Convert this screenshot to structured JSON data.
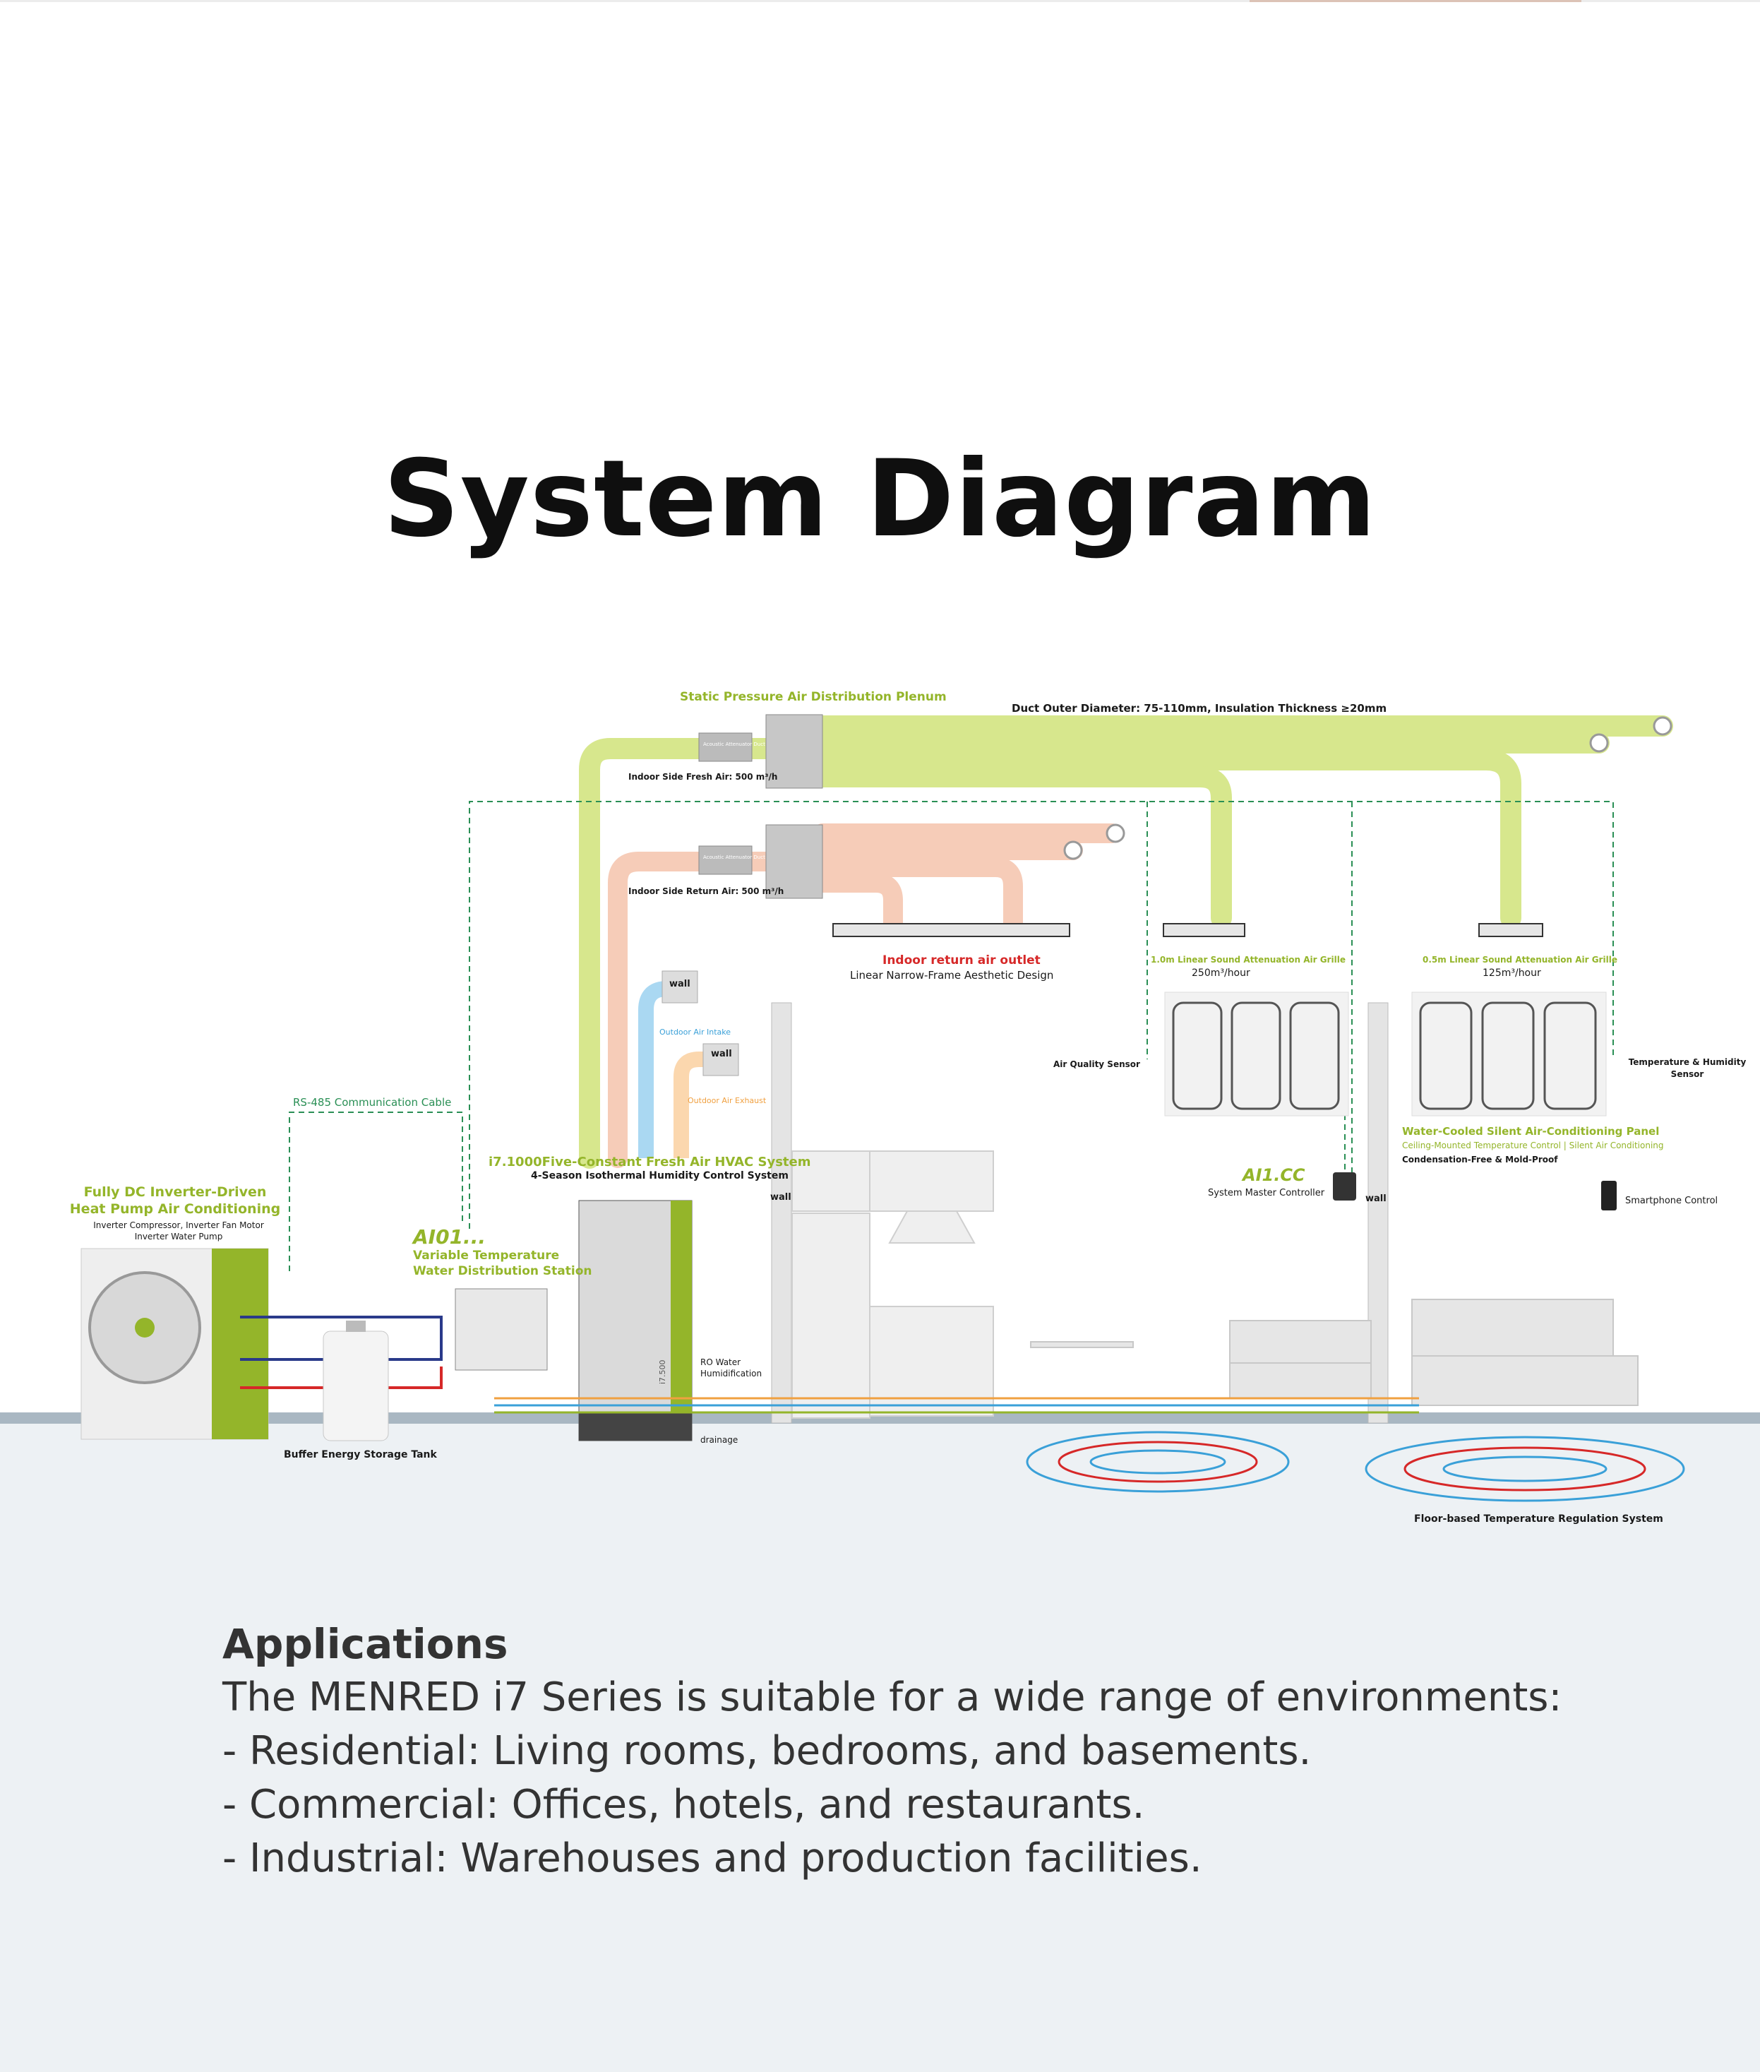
{
  "page": {
    "title": "System Diagram"
  },
  "diagram": {
    "plenum": "Static Pressure Air Distribution Plenum",
    "duct_spec": "Duct Outer Diameter: 75-110mm, Insulation Thickness ≥20mm",
    "fresh_air": "Indoor Side Fresh Air: 500 m³/h",
    "return_air": "Indoor Side Return Air: 500 m³/h",
    "attenuator": "Acoustic Attenuator Duct",
    "return_outlet": "Indoor return air outlet",
    "return_outlet_desc": "Linear Narrow-Frame Aesthetic Design",
    "grille_1": "1.0m Linear Sound Attenuation Air Grille",
    "grille_1_flow": "250m³/hour",
    "grille_2": "0.5m Linear Sound Attenuation Air Grille",
    "grille_2_flow": "125m³/hour",
    "wall": "wall",
    "outdoor_intake": "Outdoor Air Intake",
    "outdoor_exhaust": "Outdoor Air Exhaust",
    "rs485": "RS-485 Communication Cable",
    "hvac_name": "i7.1000Five-Constant Fresh Air HVAC System",
    "hvac_desc": "4-Season Isothermal Humidity Control System",
    "heatpump_title_1": "Fully DC Inverter-Driven",
    "heatpump_title_2": "Heat Pump Air Conditioning",
    "heatpump_desc_1": "Inverter Compressor, Inverter Fan Motor",
    "heatpump_desc_2": "Inverter Water Pump",
    "station_code": "AI01...",
    "station_name_1": "Variable Temperature",
    "station_name_2": "Water Distribution Station",
    "ro_water_1": "RO Water",
    "ro_water_2": "Humidification",
    "drainage": "drainage",
    "buffer_tank": "Buffer Energy Storage Tank",
    "air_quality": "Air Quality Sensor",
    "temp_humidity_1": "Temperature & Humidity",
    "temp_humidity_2": "Sensor",
    "panel_title": "Water-Cooled Silent Air-Conditioning Panel",
    "panel_desc_1": "Ceiling-Mounted Temperature Control | Silent Air Conditioning",
    "panel_desc_2": "Condensation-Free & Mold-Proof",
    "controller_code": "AI1.CC",
    "controller_name": "System Master Controller",
    "smartphone": "Smartphone Control",
    "floor_system": "Floor-based Temperature Regulation System",
    "unit_model": "i7.500"
  },
  "applications": {
    "heading": "Applications",
    "lines": [
      "The MENRED i7 Series is suitable for a wide range of environments:",
      "- Residential: Living rooms, bedrooms, and basements.",
      "- Commercial: Offices, hotels, and restaurants.",
      "- Industrial: Warehouses and production facilities."
    ]
  },
  "colors": {
    "duct_green": "#d7e78d",
    "duct_pink": "#f6ccb8",
    "accent_green": "#94b52a",
    "cable_green": "#2a8f55",
    "pipe_blue": "#3aa0d8",
    "pipe_red": "#d62828"
  }
}
